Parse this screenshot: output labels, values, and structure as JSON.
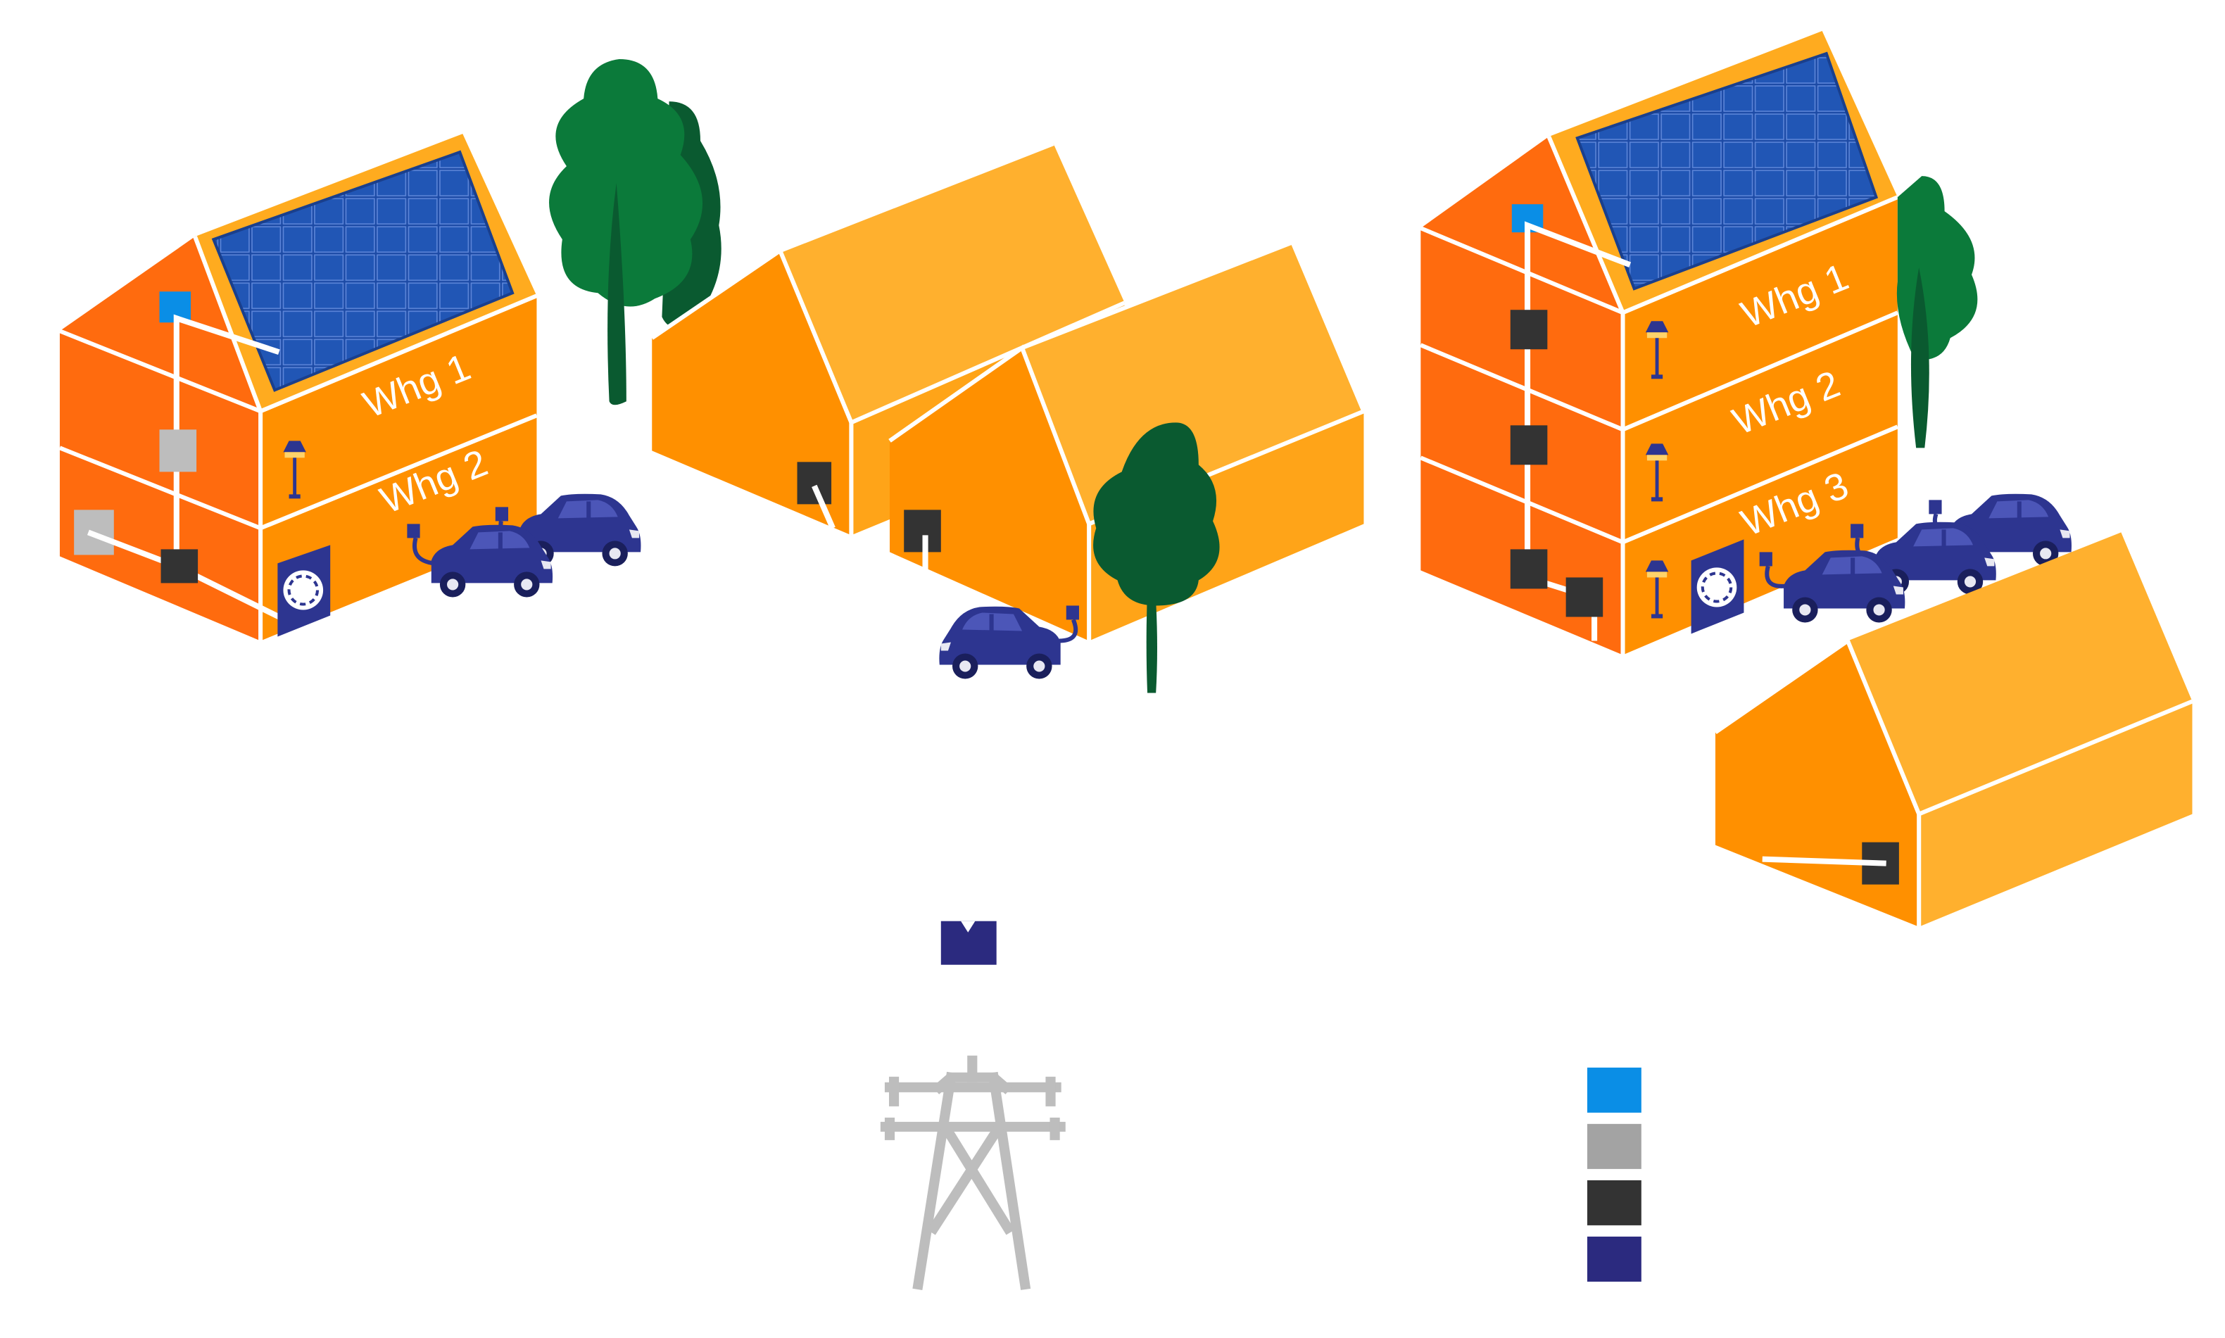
{
  "colors": {
    "orange_front": "#ff6b0e",
    "orange_side": "#ff9000",
    "orange_roof": "#ffb02e",
    "solar_blue": "#1e4aa0",
    "tree_green": "#0b7a3a",
    "tree_dark": "#0a5a30",
    "car_blue": "#2d3590",
    "pylon_gray": "#bdbdbd",
    "legend_light_blue": "#0a8ee6",
    "legend_gray": "#a3a3a3",
    "legend_dark": "#333333",
    "legend_navy": "#2b2a7f"
  },
  "houses": {
    "left": {
      "labels": [
        "Whg 1",
        "Whg 2"
      ]
    },
    "right": {
      "labels": [
        "Whg 1",
        "Whg 2",
        "Whg 3"
      ]
    }
  },
  "icons": [
    "solar-panel-icon",
    "tree-icon",
    "electric-car-icon",
    "charging-plug-icon",
    "heat-pump-icon",
    "street-lamp-icon",
    "meter-icon",
    "power-pylon-icon"
  ],
  "legend": {
    "swatches": [
      "#0a8ee6",
      "#a3a3a3",
      "#333333",
      "#2b2a7f"
    ]
  }
}
